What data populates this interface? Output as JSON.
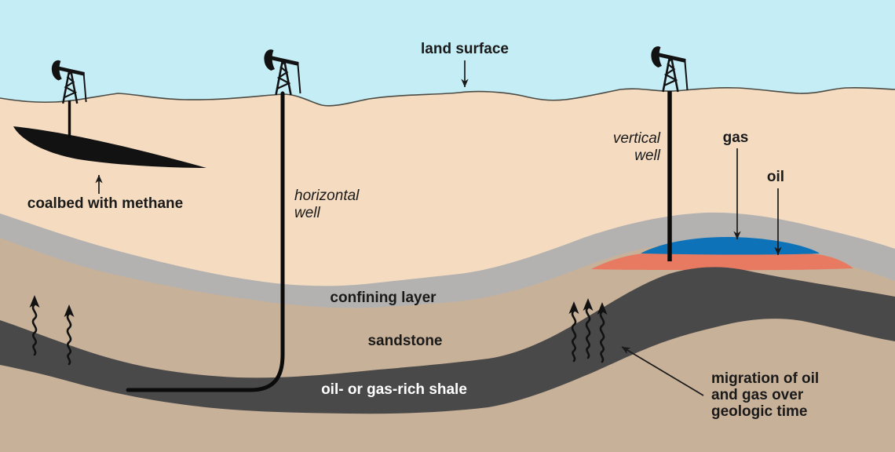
{
  "diagram": {
    "labels": {
      "land_surface": "land surface",
      "coalbed": "coalbed with methane",
      "horizontal_well": {
        "line1": "horizontal",
        "line2": "well"
      },
      "vertical_well": {
        "line1": "vertical",
        "line2": "well"
      },
      "gas": "gas",
      "oil": "oil",
      "confining_layer": "confining layer",
      "sandstone": "sandstone",
      "shale": "oil- or gas-rich shale",
      "migration": {
        "line1": "migration of oil",
        "line2": "and gas over",
        "line3": "geologic time"
      }
    },
    "colors": {
      "sky": "#c5edf5",
      "soil": "#f5dcc1",
      "confining_layer": "#b3b2b1",
      "sandstone": "#c8b199",
      "shale": "#4a4949",
      "gas": "#0d72b8",
      "oil": "#e87a61",
      "ink": "#121212"
    }
  }
}
